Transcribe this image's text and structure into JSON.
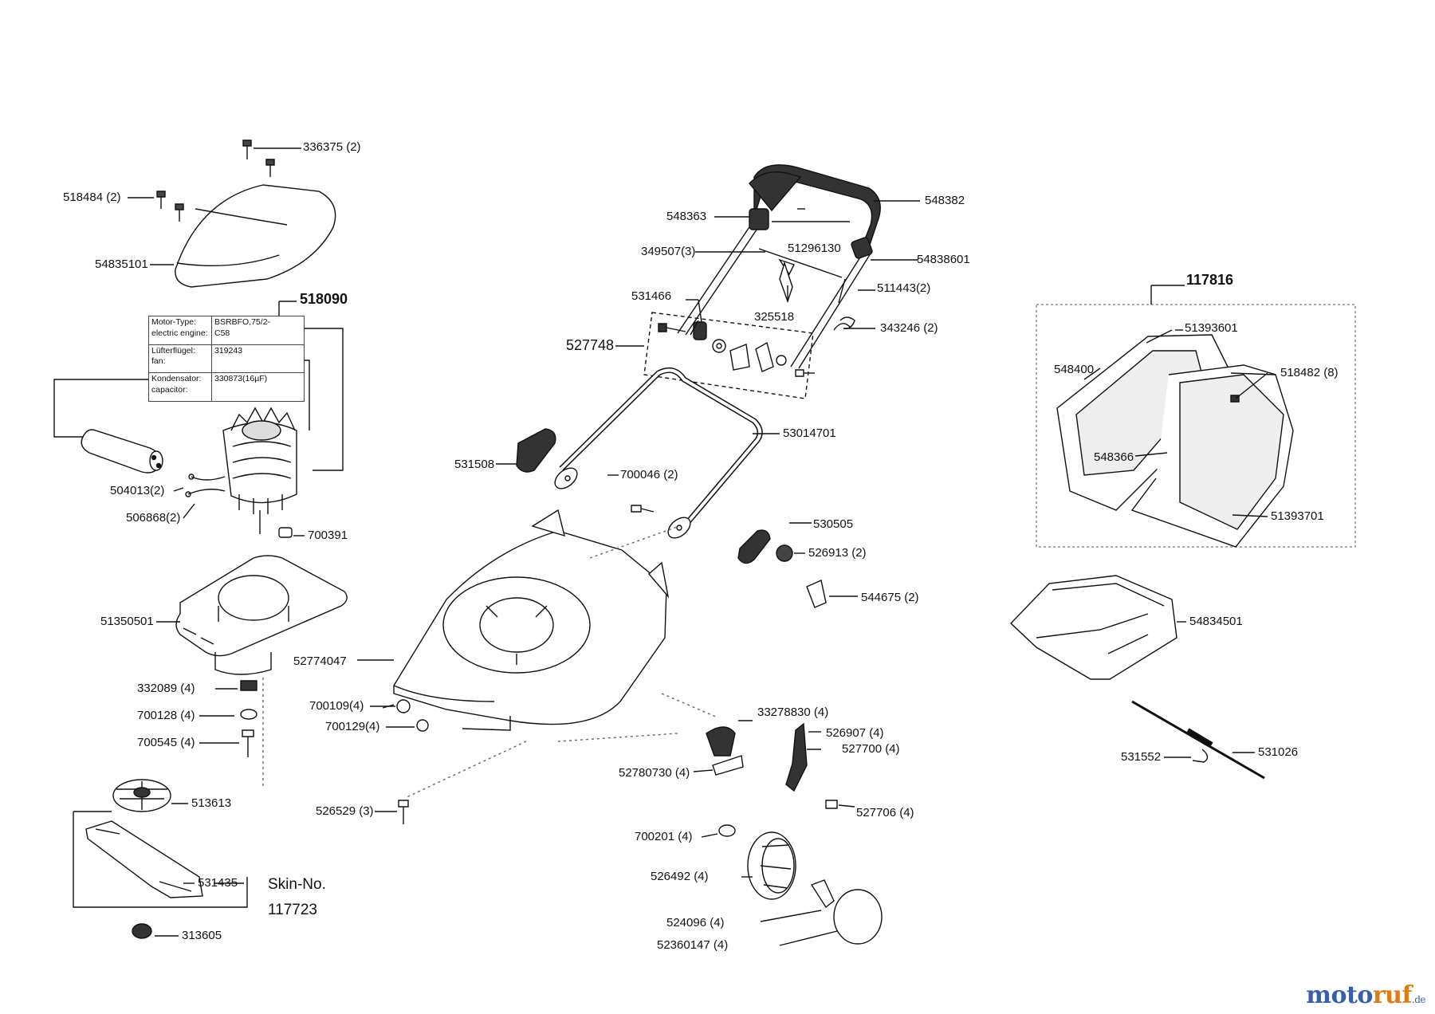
{
  "diagram": {
    "labels": [
      {
        "id": "l1",
        "text": "336375 (2)"
      },
      {
        "id": "l2",
        "text": "518484 (2)"
      },
      {
        "id": "l3",
        "text": "54835101"
      },
      {
        "id": "l4",
        "text": "518090"
      },
      {
        "id": "l5",
        "text": "504013(2)"
      },
      {
        "id": "l6",
        "text": "506868(2)"
      },
      {
        "id": "l7",
        "text": "700391"
      },
      {
        "id": "l8",
        "text": "51350501"
      },
      {
        "id": "l9",
        "text": "332089 (4)"
      },
      {
        "id": "l10",
        "text": "700128 (4)"
      },
      {
        "id": "l11",
        "text": "700545 (4)"
      },
      {
        "id": "l12",
        "text": "513613"
      },
      {
        "id": "l13",
        "text": "531435"
      },
      {
        "id": "l14",
        "text": "313605"
      },
      {
        "id": "l15",
        "text": "Skin-No."
      },
      {
        "id": "l16",
        "text": "117723"
      },
      {
        "id": "l17",
        "text": "548363"
      },
      {
        "id": "l18",
        "text": "548382"
      },
      {
        "id": "l19",
        "text": "349507(3)"
      },
      {
        "id": "l20",
        "text": "51296130"
      },
      {
        "id": "l21",
        "text": "54838601"
      },
      {
        "id": "l22",
        "text": "531466"
      },
      {
        "id": "l23",
        "text": "511443(2)"
      },
      {
        "id": "l24",
        "text": "325518"
      },
      {
        "id": "l25",
        "text": "343246 (2)"
      },
      {
        "id": "l26",
        "text": "527748"
      },
      {
        "id": "l27",
        "text": "53014701"
      },
      {
        "id": "l28",
        "text": "531508"
      },
      {
        "id": "l29",
        "text": "700046 (2)"
      },
      {
        "id": "l30",
        "text": "530505"
      },
      {
        "id": "l31",
        "text": "526913 (2)"
      },
      {
        "id": "l32",
        "text": "544675 (2)"
      },
      {
        "id": "l33",
        "text": "52774047"
      },
      {
        "id": "l34",
        "text": "700109(4)"
      },
      {
        "id": "l35",
        "text": "700129(4)"
      },
      {
        "id": "l36",
        "text": "33278830 (4)"
      },
      {
        "id": "l37",
        "text": "526907 (4)"
      },
      {
        "id": "l38",
        "text": "527700 (4)"
      },
      {
        "id": "l39",
        "text": "52780730 (4)"
      },
      {
        "id": "l40",
        "text": "526529 (3)"
      },
      {
        "id": "l41",
        "text": "527706 (4)"
      },
      {
        "id": "l42",
        "text": "700201 (4)"
      },
      {
        "id": "l43",
        "text": "526492 (4)"
      },
      {
        "id": "l44",
        "text": "524096 (4)"
      },
      {
        "id": "l45",
        "text": "52360147 (4)"
      },
      {
        "id": "l46",
        "text": "117816"
      },
      {
        "id": "l47",
        "text": "51393601"
      },
      {
        "id": "l48",
        "text": "548400"
      },
      {
        "id": "l49",
        "text": "518482 (8)"
      },
      {
        "id": "l50",
        "text": "548366"
      },
      {
        "id": "l51",
        "text": "51393701"
      },
      {
        "id": "l52",
        "text": "54834501"
      },
      {
        "id": "l53",
        "text": "531552"
      },
      {
        "id": "l54",
        "text": "531026"
      }
    ],
    "spec_table": [
      {
        "key": "Motor-Type:\nelectric engine:",
        "value": "BSRBFO,75/2-\nC58"
      },
      {
        "key": "Lüfterflügel:\nfan:",
        "value": "319243"
      },
      {
        "key": "Kondensator:\ncapacitor:",
        "value": "330873(16µF)"
      }
    ],
    "logo": {
      "part1": "moto",
      "part2": "ruf",
      "part3": ".de"
    }
  }
}
